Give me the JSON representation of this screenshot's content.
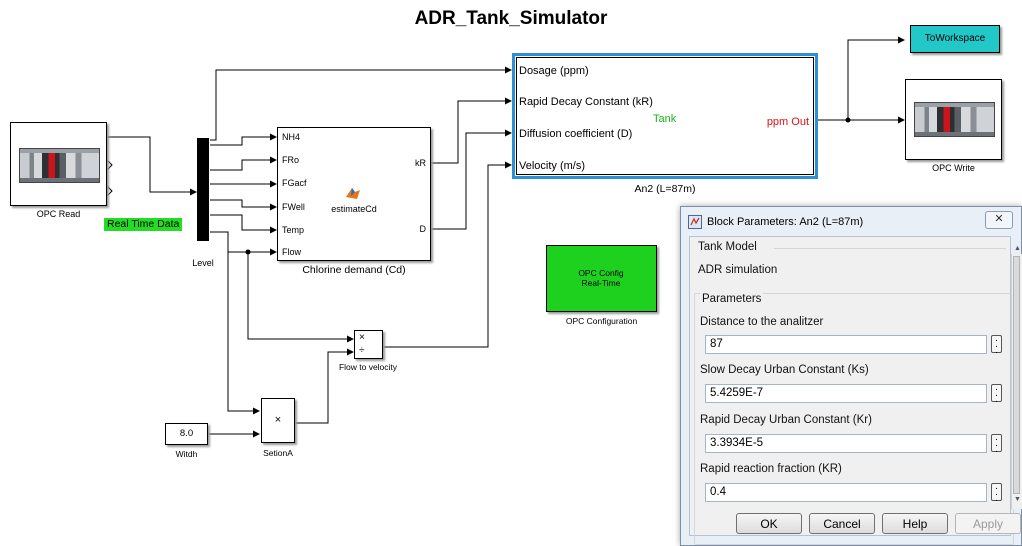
{
  "title": "ADR_Tank_Simulator",
  "blocks": {
    "opc_read": "OPC Read",
    "real_time_data": "Real Time Data",
    "level": "Level",
    "cd": {
      "name": "Chlorine demand (Cd)",
      "inputs": [
        "NH4",
        "FRo",
        "FGacf",
        "FWell",
        "Temp",
        "Flow"
      ],
      "outputs": [
        "kR",
        "D"
      ],
      "function": "estimateCd"
    },
    "tank": {
      "inputs": [
        "Dosage (ppm)",
        "Rapid Decay Constant  (kR)",
        "Diffusion coefficient (D)",
        "Velocity (m/s)"
      ],
      "center": "Tank",
      "output": "ppm Out",
      "name": "An2 (L=87m)"
    },
    "to_workspace": "ToWorkspace",
    "opc_write": "OPC Write",
    "opc_config": {
      "line1": "OPC Config",
      "line2": "Real-Time",
      "name": "OPC Configuration"
    },
    "flow_to_velocity": {
      "mul": "×",
      "div": "÷",
      "name": "Flow to velocity"
    },
    "widht": {
      "value": "8.0",
      "name": "Witdh"
    },
    "setiona": {
      "op": "×",
      "name": "SetionA"
    }
  },
  "dialog": {
    "title": "Block Parameters: An2 (L=87m)",
    "close": "✕",
    "section": "Tank Model",
    "description": "ADR simulation",
    "group": "Parameters",
    "params": [
      {
        "label": "Distance to the analitzer",
        "value": "87"
      },
      {
        "label": "Slow Decay Urban Constant (Ks)",
        "value": "5.4259E-7"
      },
      {
        "label": "Rapid Decay Urban Constant (Kr)",
        "value": "3.3934E-5"
      },
      {
        "label": "Rapid reaction fraction (KR)",
        "value": "0.4"
      }
    ],
    "buttons": {
      "ok": "OK",
      "cancel": "Cancel",
      "help": "Help",
      "apply": "Apply"
    }
  },
  "colors": {
    "tank_border": "#2e8fd6",
    "to_workspace_fill": "#22c8c8",
    "opc_config_fill": "#1fd11f",
    "real_time_tag": "#22dd22",
    "tank_center_text": "#1db31d",
    "ppm_out_text": "#e01010"
  }
}
